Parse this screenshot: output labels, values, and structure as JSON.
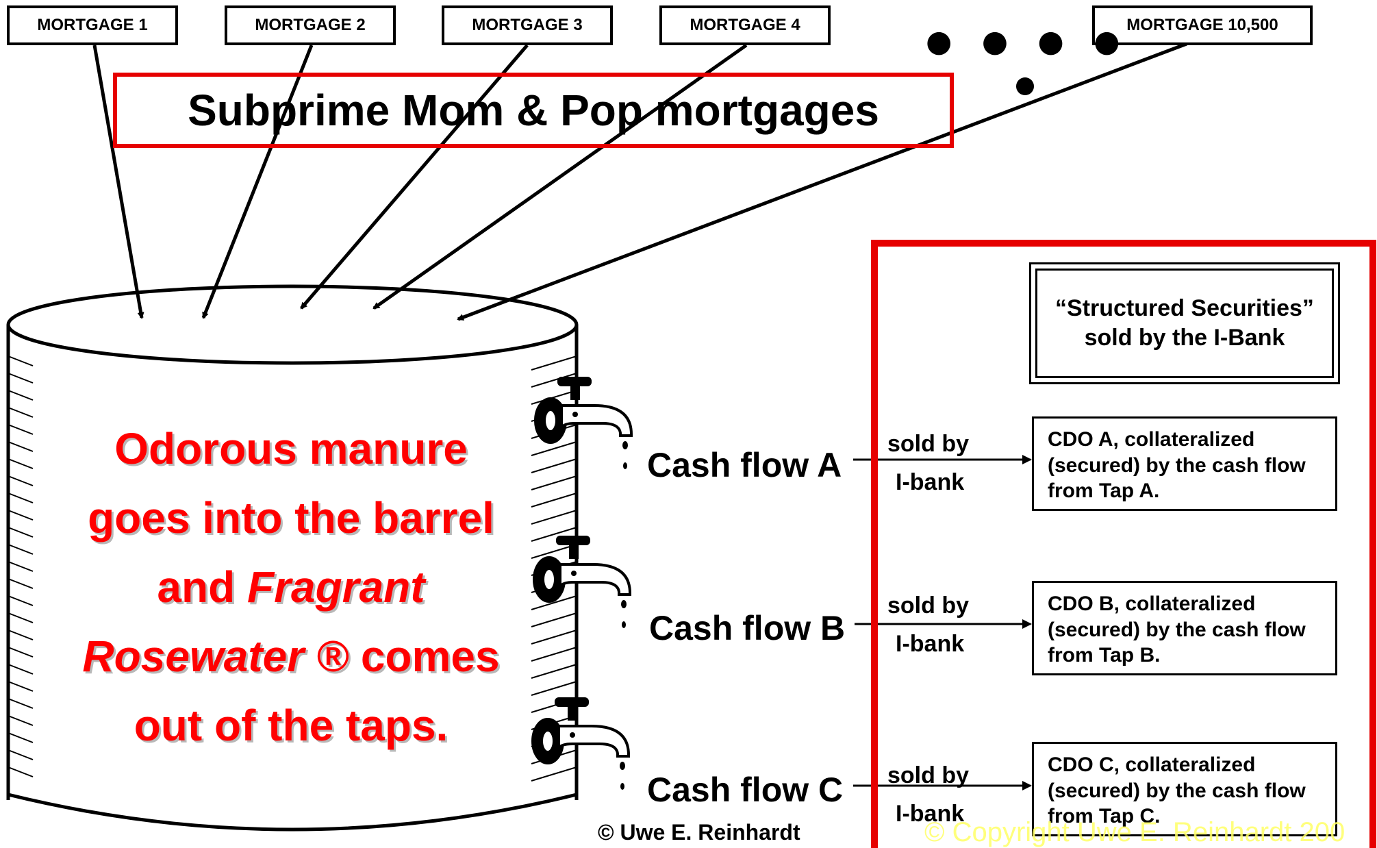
{
  "mortgages": [
    "MORTGAGE 1",
    "MORTGAGE 2",
    "MORTGAGE 3",
    "MORTGAGE 4",
    "MORTGAGE 10,500"
  ],
  "ellipsis": "● ● ● ●",
  "title": "Subprime Mom & Pop mortgages",
  "barrel_text": {
    "line1": "Odorous manure",
    "line2": "goes into the barrel",
    "line3_a": "and ",
    "line3_b": "Fragrant",
    "line4_a": "Rosewater ®",
    "line4_b": " comes",
    "line5": "out of the taps."
  },
  "cash_flows": [
    "Cash flow A",
    "Cash flow B",
    "Cash flow C"
  ],
  "sold_by": {
    "line1": "sold by",
    "line2": "I-bank"
  },
  "structured_securities": "“Structured Securities” sold by the I-Bank",
  "cdos": [
    "CDO A, collateralized (secured) by the cash flow from Tap A.",
    "CDO B, collateralized (secured) by the cash flow from Tap B.",
    "CDO C, collateralized (secured) by the cash flow from Tap C."
  ],
  "copyright": "© Uwe E. Reinhardt",
  "watermark": "© Copyright Uwe E. Reinhardt 200",
  "colors": {
    "accent_red": "#e60000",
    "text_red": "#ff0000",
    "watermark": "#ffff66"
  },
  "icons": [
    "water-tap-icon",
    "water-drop-icon"
  ]
}
